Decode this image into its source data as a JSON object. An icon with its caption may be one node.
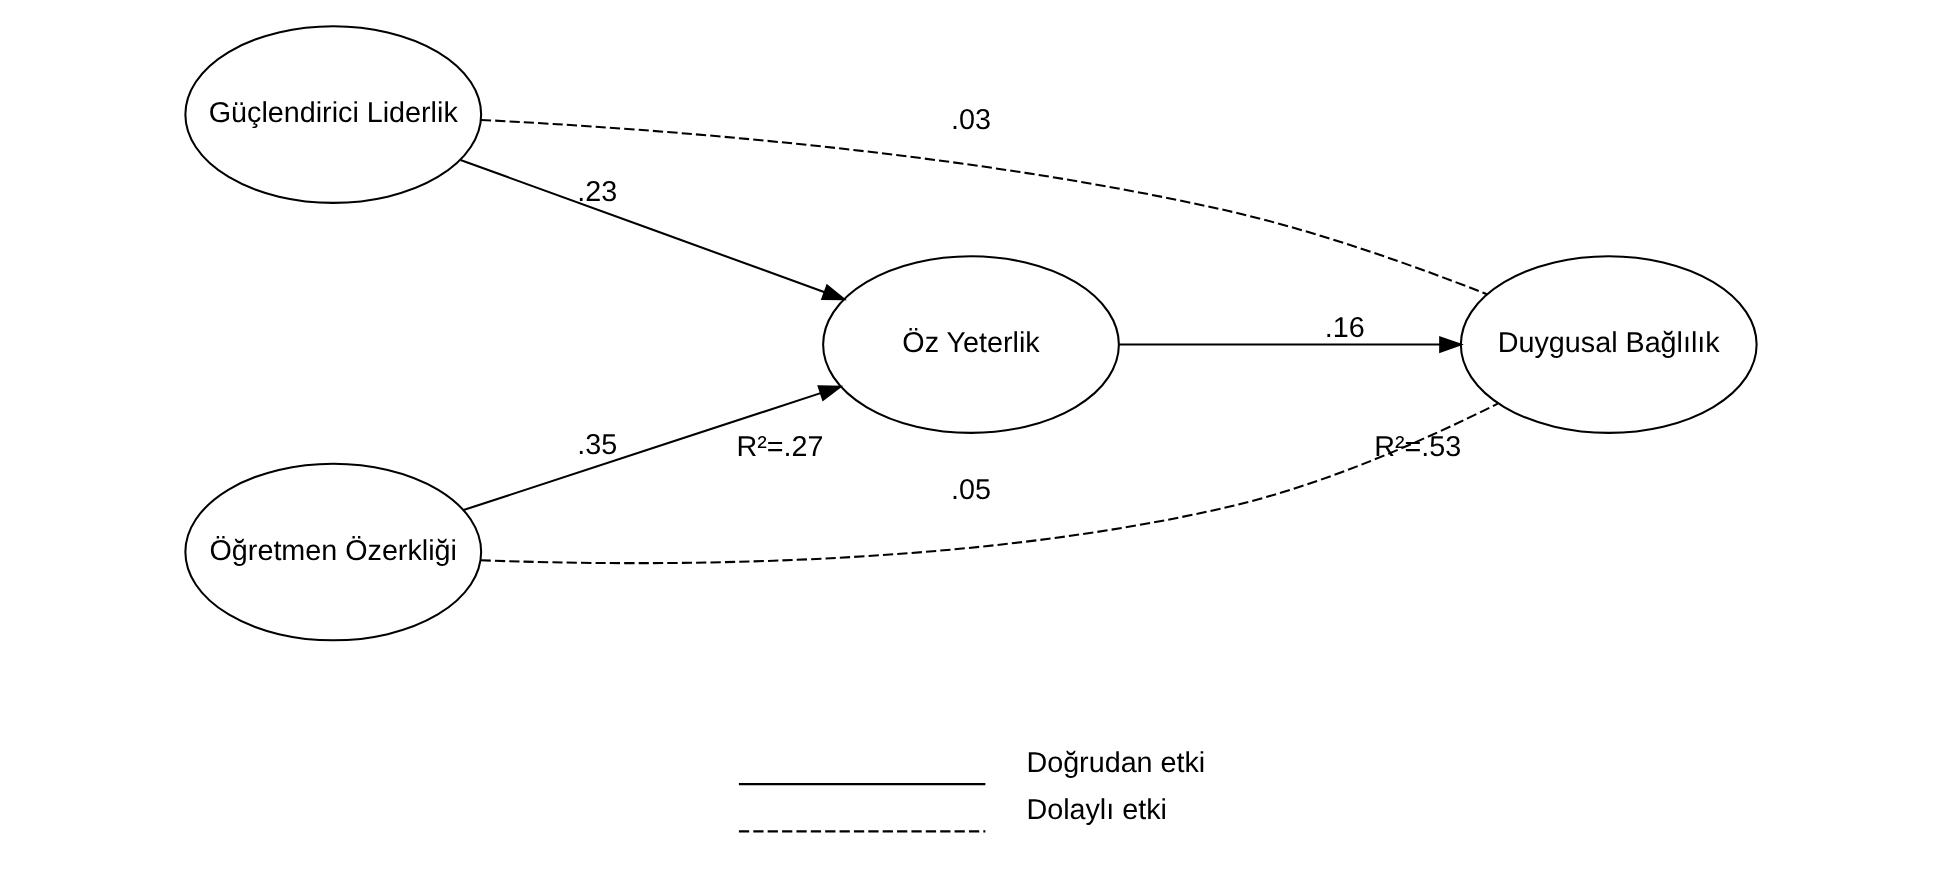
{
  "diagram": {
    "nodes": [
      {
        "text": [
          "Güçlendirici Liderlik"
        ]
      },
      {
        "text": [
          "Öğretmen Özerkliği"
        ]
      },
      {
        "text": [
          "Öz Yeterlik"
        ],
        "beside": [
          "R²=.27"
        ]
      },
      {
        "text": [
          "Duygusal Bağlılık"
        ],
        "beside": [
          "R²=.53"
        ]
      }
    ],
    "edges": [
      {
        "from": 0,
        "to": 2,
        "arrow": "to",
        "label": ".23"
      },
      {
        "from": 1,
        "to": 2,
        "arrow": "to",
        "label": ".35"
      },
      {
        "from": 2,
        "to": 3,
        "arrow": "to",
        "label": ".16"
      },
      {
        "from": 0,
        "to": 3,
        "arrow": "none",
        "label": ".03",
        "style": "dashed"
      },
      {
        "from": 1,
        "to": 3,
        "arrow": "none",
        "label": ".05",
        "style": "dashed"
      }
    ],
    "legend": [
      {
        "text": "Doğrudan etki"
      },
      {
        "text": "Dolaylı etki"
      }
    ]
  }
}
